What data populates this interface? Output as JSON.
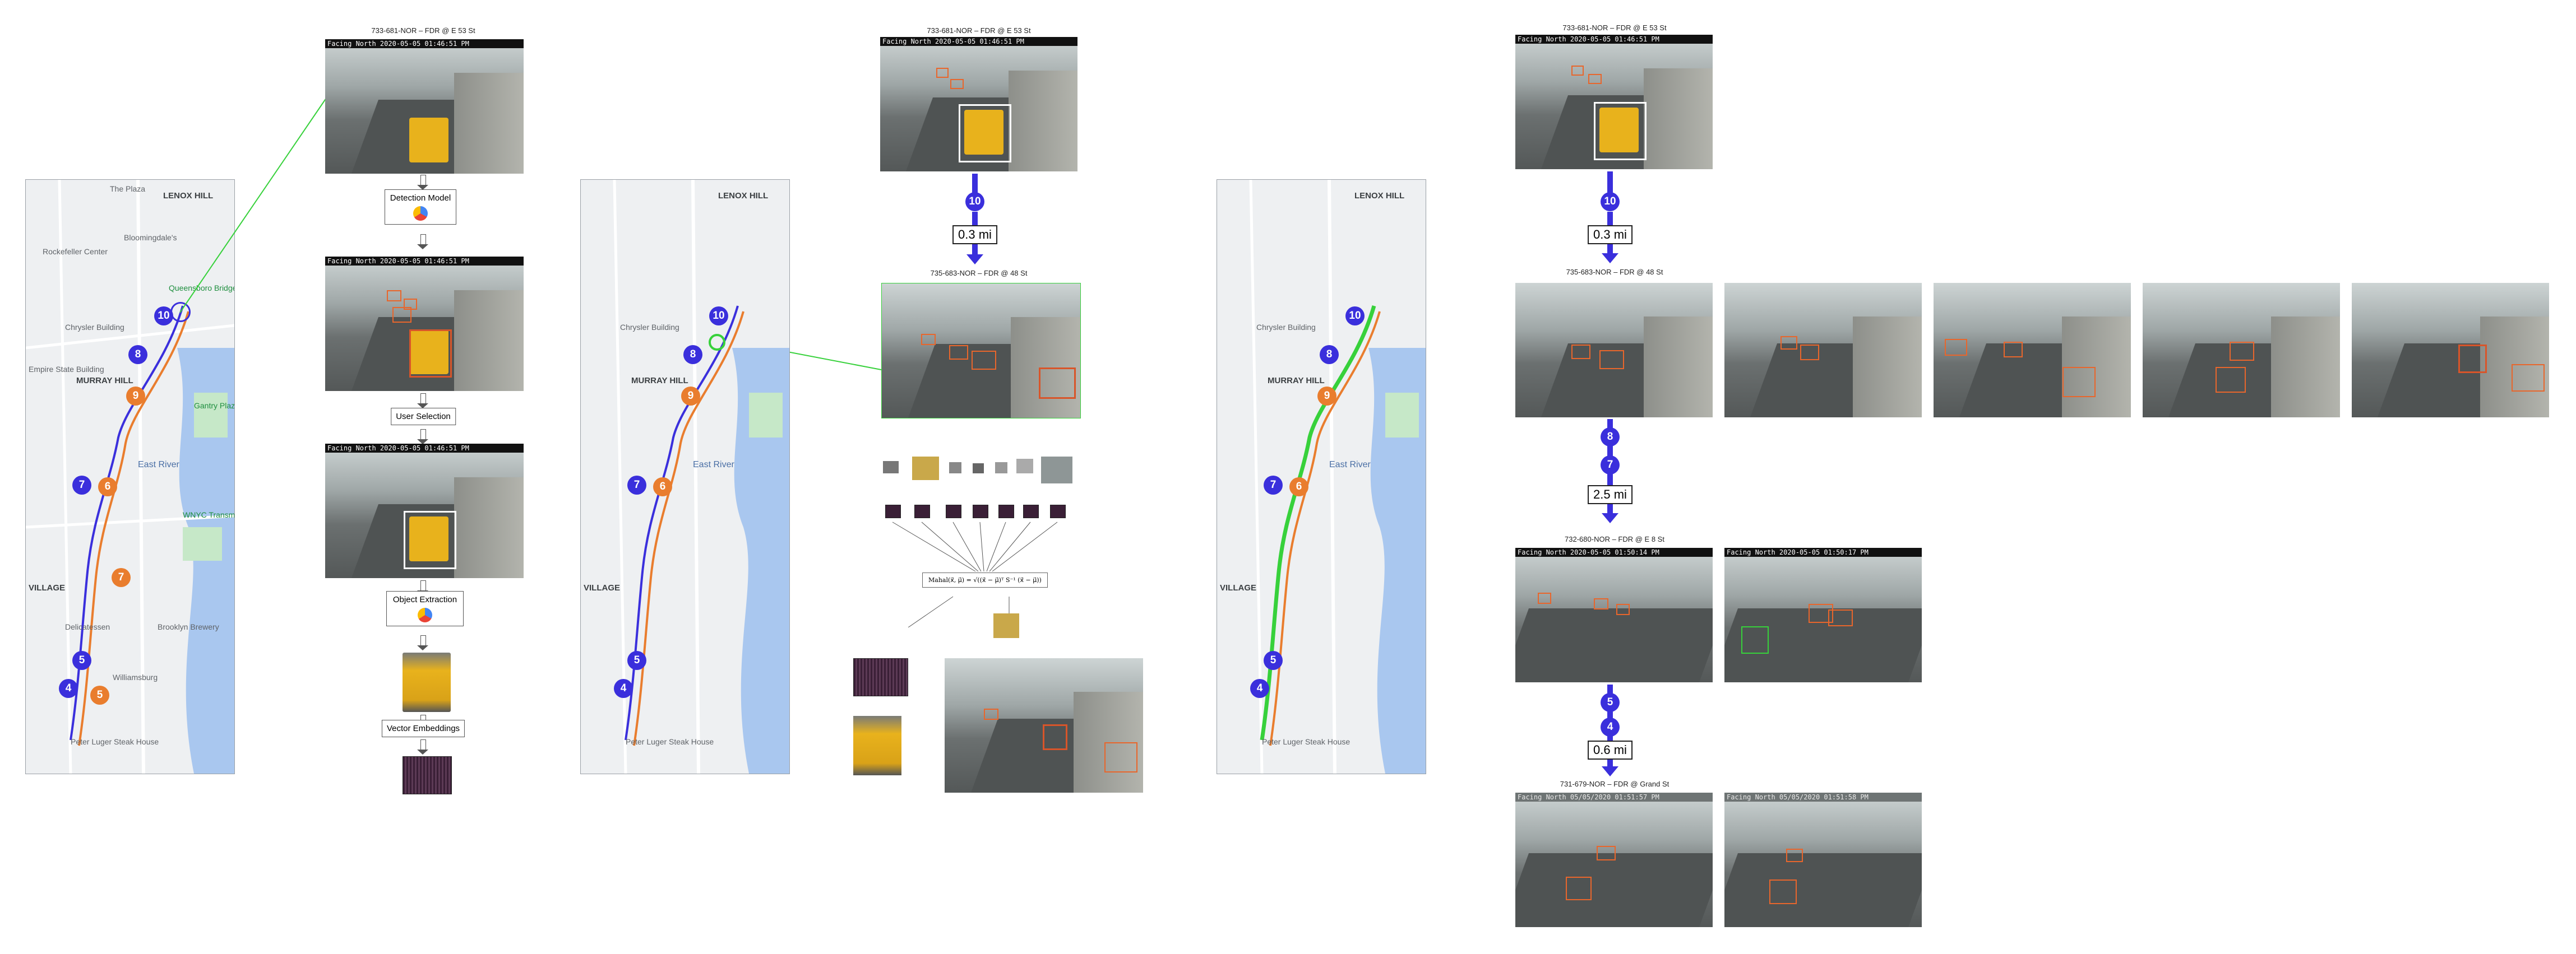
{
  "colors": {
    "route_blue": "#3a2fdc",
    "route_orange": "#e97d2e",
    "route_green": "#37d13b",
    "box_orange": "#e8662c",
    "link_green": "#37d13b"
  },
  "overlay_text": "Facing North 2020-05-05 01:46:51 PM",
  "map_labels": {
    "plaza": "The Plaza",
    "lenox": "LENOX HILL",
    "queensboro": "Queensboro Bridge",
    "rockefeller": "Rockefeller Center",
    "bloomingdales": "Bloomingdale's",
    "chrysler": "Chrysler Building",
    "empire": "Empire State Building",
    "murray": "MURRAY HILL",
    "gantry": "Gantry Plaza State Park",
    "eastriver": "East River",
    "wnyc": "WNYC Transmitter Park",
    "village": "VILLAGE",
    "delicatessen": "Delicatessen",
    "brooklyn": "Brooklyn Brewery",
    "williamsburg": "Williamsburg",
    "peterluger": "Peter Luger Steak House"
  },
  "pipeline": {
    "top_caption": "733-681-NOR – FDR @ E 53 St",
    "detection_model": "Detection Model",
    "user_selection": "User Selection",
    "object_extraction": "Object Extraction",
    "vector_embeddings": "Vector Embeddings"
  },
  "middle": {
    "top_caption": "733-681-NOR – FDR @ E 53 St",
    "node_10": "10",
    "distance": "0.3 mi",
    "second_caption": "735-683-NOR – FDR @ 48 St",
    "formula_line1": "Mahal(x⃗, μ⃗) = √((x⃗ − μ⃗)ᵀ S⁻¹ (x⃗ − μ⃗))"
  },
  "right": {
    "cap1": "733-681-NOR – FDR @ E 53 St",
    "node_10": "10",
    "dist1": "0.3 mi",
    "cap2": "735-683-NOR – FDR @ 48 St",
    "node_8": "8",
    "node_7": "7",
    "dist2": "2.5 mi",
    "cap3": "732-680-NOR – FDR @ E 8 St",
    "overlay3a": "Facing North 2020-05-05 01:50:14 PM",
    "overlay3b": "Facing North 2020-05-05 01:50:17 PM",
    "node_5": "5",
    "node_4": "4",
    "dist3": "0.6 mi",
    "cap4": "731-679-NOR – FDR @ Grand St",
    "overlay4a": "Facing North 05/05/2020 01:51:57 PM",
    "overlay4b": "Facing North 05/05/2020 01:51:58 PM"
  },
  "map_nodes": {
    "n10": "10",
    "n9": "9",
    "n8": "8",
    "n7": "7",
    "n6": "6",
    "n5": "5",
    "n4": "4"
  }
}
